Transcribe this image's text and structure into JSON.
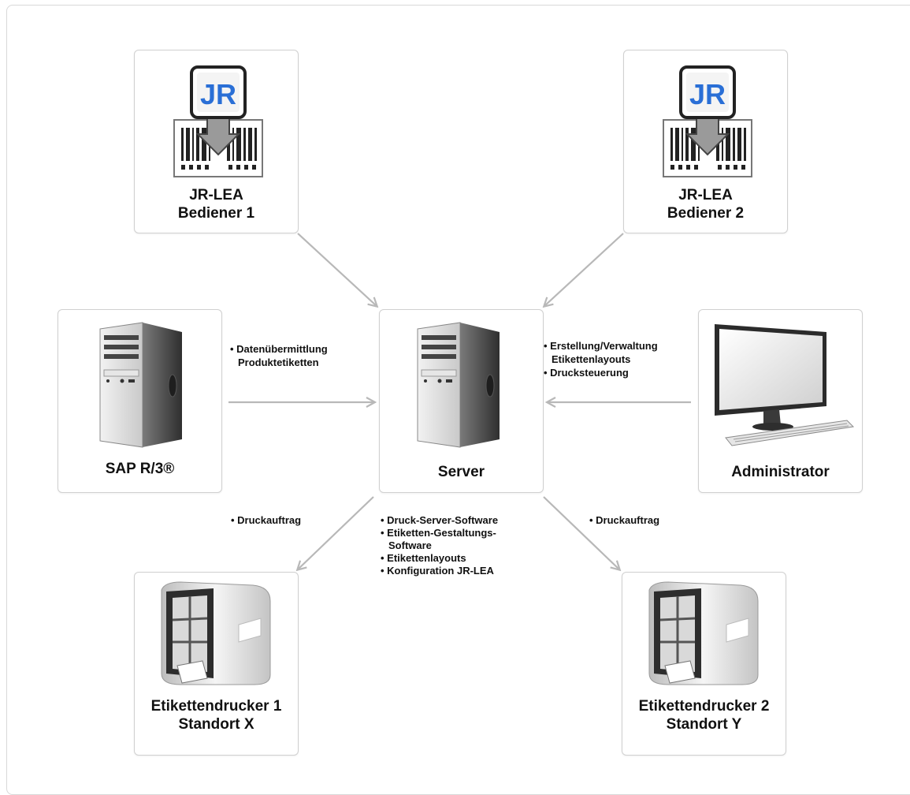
{
  "nodes": {
    "bediener1": {
      "line1": "JR-LEA",
      "line2": "Bediener 1",
      "logo": "JR"
    },
    "bediener2": {
      "line1": "JR-LEA",
      "line2": "Bediener 2",
      "logo": "JR"
    },
    "sap": {
      "line1": "SAP R/3®"
    },
    "server": {
      "line1": "Server"
    },
    "admin": {
      "line1": "Administrator"
    },
    "drucker1": {
      "line1": "Etikettendrucker 1",
      "line2": "Standort X"
    },
    "drucker2": {
      "line1": "Etikettendrucker 2",
      "line2": "Standort Y"
    }
  },
  "notes": {
    "sap_server": [
      "• Datenübermittlung",
      "Produktetiketten"
    ],
    "admin_server": [
      "• Erstellung/Verwaltung",
      "Etikettenlayouts",
      "• Drucksteuerung"
    ],
    "druck_left": [
      "• Druckauftrag"
    ],
    "druck_right": [
      "• Druckauftrag"
    ],
    "server_features": [
      "• Druck-Server-Software",
      "• Etiketten-Gestaltungs-",
      "Software",
      "• Etikettenlayouts",
      "• Konfiguration JR-LEA"
    ]
  },
  "icons": {
    "bediener1": "jr-lea-barcode-icon",
    "bediener2": "jr-lea-barcode-icon",
    "sap": "server-tower-icon",
    "server": "server-tower-icon",
    "admin": "desktop-computer-icon",
    "drucker1": "label-printer-icon",
    "drucker2": "label-printer-icon"
  },
  "colors": {
    "arrow": "#b8b8b8",
    "jr_blue": "#2a6fd6",
    "border": "#d0d0d0"
  }
}
